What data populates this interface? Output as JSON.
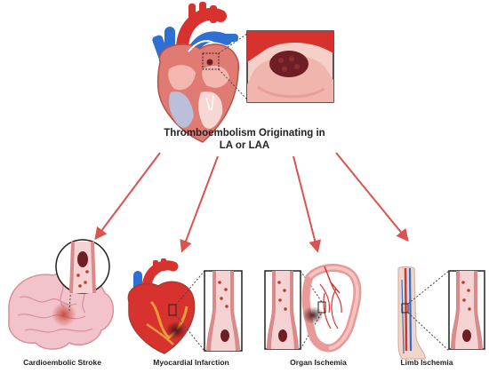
{
  "title": {
    "line1": "Thromboembolism Originating in",
    "line2": "LA or LAA"
  },
  "outcomes": [
    {
      "label": "Cardioembolic Stroke"
    },
    {
      "label": "Myocardial Infarction"
    },
    {
      "label": "Organ Ischemia"
    },
    {
      "label": "Limb Ischemia"
    }
  ],
  "colors": {
    "arrow": "#d9534f",
    "vessel_wall": "#d98a8a",
    "vessel_lumen": "#f6d3d3",
    "blood_cell": "#c0392b",
    "clot": "#6e1f25",
    "artery": "#d8322f",
    "vein": "#2f6fd1",
    "heart_wall": "#e07b74",
    "brain": "#f3c3cb",
    "bowel": "#e89a98"
  }
}
